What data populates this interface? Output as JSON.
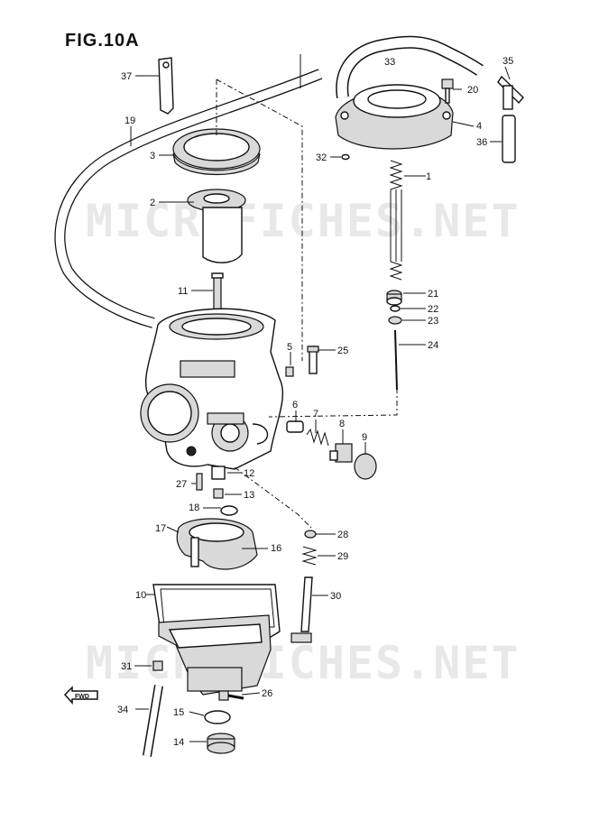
{
  "figure": {
    "title": "FIG.10A",
    "watermark": "MICROFICHES.NET",
    "direction_label": "FWD"
  },
  "callouts": [
    {
      "id": "c1",
      "text": "1"
    },
    {
      "id": "c2",
      "text": "2"
    },
    {
      "id": "c3",
      "text": "3"
    },
    {
      "id": "c4",
      "text": "4"
    },
    {
      "id": "c5",
      "text": "5"
    },
    {
      "id": "c6",
      "text": "6"
    },
    {
      "id": "c7",
      "text": "7"
    },
    {
      "id": "c8",
      "text": "8"
    },
    {
      "id": "c9",
      "text": "9"
    },
    {
      "id": "c10",
      "text": "10"
    },
    {
      "id": "c11",
      "text": "11"
    },
    {
      "id": "c12",
      "text": "12"
    },
    {
      "id": "c13",
      "text": "13"
    },
    {
      "id": "c14",
      "text": "14"
    },
    {
      "id": "c15",
      "text": "15"
    },
    {
      "id": "c16",
      "text": "16"
    },
    {
      "id": "c17",
      "text": "17"
    },
    {
      "id": "c18",
      "text": "18"
    },
    {
      "id": "c19",
      "text": "19"
    },
    {
      "id": "c20",
      "text": "20"
    },
    {
      "id": "c21",
      "text": "21"
    },
    {
      "id": "c22",
      "text": "22"
    },
    {
      "id": "c23",
      "text": "23"
    },
    {
      "id": "c24",
      "text": "24"
    },
    {
      "id": "c25",
      "text": "25"
    },
    {
      "id": "c26",
      "text": "26"
    },
    {
      "id": "c27",
      "text": "27"
    },
    {
      "id": "c28",
      "text": "28"
    },
    {
      "id": "c29",
      "text": "29"
    },
    {
      "id": "c30",
      "text": "30"
    },
    {
      "id": "c31",
      "text": "31"
    },
    {
      "id": "c32",
      "text": "32"
    },
    {
      "id": "c33",
      "text": "33"
    },
    {
      "id": "c34",
      "text": "34"
    },
    {
      "id": "c35",
      "text": "35"
    },
    {
      "id": "c36",
      "text": "36"
    },
    {
      "id": "c37",
      "text": "37"
    }
  ]
}
